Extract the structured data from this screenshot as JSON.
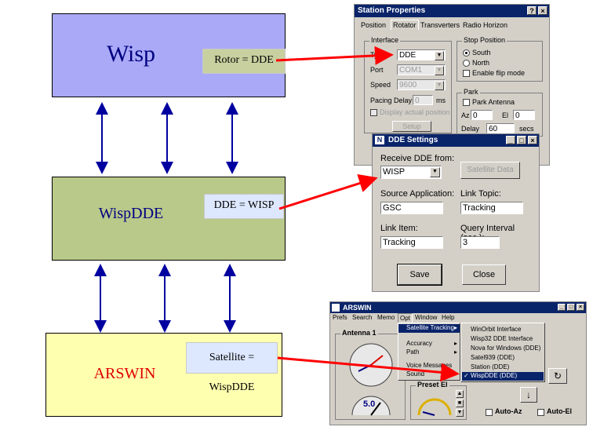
{
  "boxes": {
    "wisp": {
      "title": "Wisp",
      "label": "Rotor = DDE"
    },
    "wispdde": {
      "title": "WispDDE",
      "label": "DDE = WISP"
    },
    "arswin": {
      "title": "ARSWIN",
      "label": "Satellite = WispDDE"
    }
  },
  "colors": {
    "wisp_fill": "#a9a9f7",
    "wispdde_fill": "#b9c98a",
    "arswin_fill": "#ffffb0",
    "arrow_blue": "#0000a0",
    "arrow_red": "#ff0000",
    "arswin_text": "#e00000"
  },
  "station": {
    "title": "Station Properties",
    "tabs": [
      "Position",
      "Rotator",
      "Transverters",
      "Radio Horizon"
    ],
    "interface_group": "Interface",
    "type_label": "Type",
    "type_value": "DDE",
    "port_label": "Port",
    "port_value": "COM1",
    "speed_label": "Speed",
    "speed_value": "9600",
    "pacing_label": "Pacing Delay",
    "pacing_value": "0",
    "pacing_unit": "ms",
    "display_actual": "Display actual position",
    "setup": "Setup",
    "stop_group": "Stop Position",
    "south": "South",
    "north": "North",
    "flip": "Enable flip mode",
    "park_group": "Park",
    "park_antenna": "Park Antenna",
    "az_label": "Az",
    "az_value": "0",
    "el_label": "El",
    "el_value": "0",
    "delay_label": "Delay",
    "delay_value": "60",
    "delay_unit": "secs"
  },
  "dde": {
    "title": "DDE Settings",
    "receive_label": "Receive DDE from:",
    "receive_value": "WISP",
    "satellite_data": "Satellite Data",
    "source_label": "Source Application:",
    "source_value": "GSC",
    "topic_label": "Link Topic:",
    "topic_value": "Tracking",
    "item_label": "Link Item:",
    "item_value": "Tracking",
    "interval_label": "Query Interval (sec.):",
    "interval_value": "3",
    "save": "Save",
    "close": "Close"
  },
  "arswin": {
    "title": "ARSWIN",
    "menu": [
      "Prefs",
      "Search",
      "Memo",
      "Opt",
      "Window",
      "Help"
    ],
    "antenna": "Antenna 1",
    "preset": "Preset El",
    "opt_menu": [
      "Satellite Tracking",
      "Accuracy",
      "Path",
      "Voice Messages",
      "Sound"
    ],
    "sub_menu": [
      "WinOrbit Interface",
      "Wisp32 DDE Interface",
      "Nova for Windows (DDE)",
      "Satel939 (DDE)",
      "Station (DDE)",
      "WispDDE (DDE)"
    ],
    "gauge_value": "5.0",
    "auto_az": "Auto-Az",
    "auto_el": "Auto-El"
  }
}
